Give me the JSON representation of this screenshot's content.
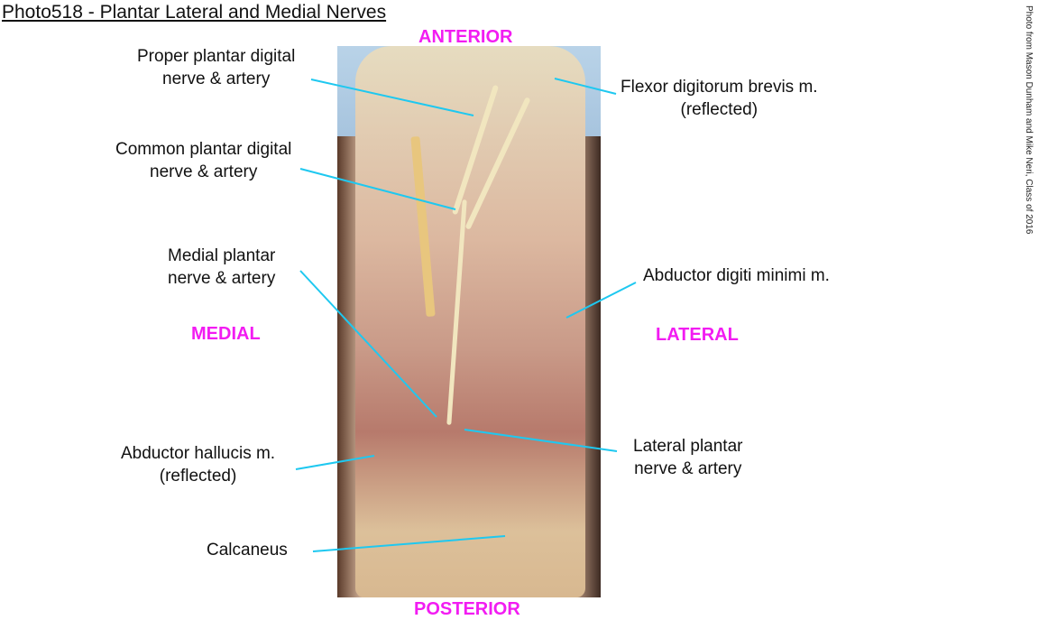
{
  "title": "Photo518 - Plantar Lateral and Medial Nerves",
  "credit": "Photo from Mason Dunham and Mike Neri, Class of 2016",
  "orientation": {
    "anterior": "ANTERIOR",
    "posterior": "POSTERIOR",
    "medial": "MEDIAL",
    "lateral": "LATERAL"
  },
  "labels": {
    "proper_plantar": [
      "Proper plantar digital",
      "nerve & artery"
    ],
    "common_plantar": [
      "Common plantar digital",
      "nerve & artery"
    ],
    "medial_plantar": [
      "Medial plantar",
      "nerve & artery"
    ],
    "abductor_hallucis": [
      "Abductor hallucis m.",
      "(reflected)"
    ],
    "calcaneus": [
      "Calcaneus"
    ],
    "flexor_digitorum": [
      "Flexor digitorum brevis m.",
      "(reflected)"
    ],
    "abductor_digiti": [
      "Abductor digiti minimi m."
    ],
    "lateral_plantar": [
      "Lateral plantar",
      "nerve & artery"
    ]
  },
  "colors": {
    "orientation": "#f21cf2",
    "leader": "#1ec8f0"
  }
}
